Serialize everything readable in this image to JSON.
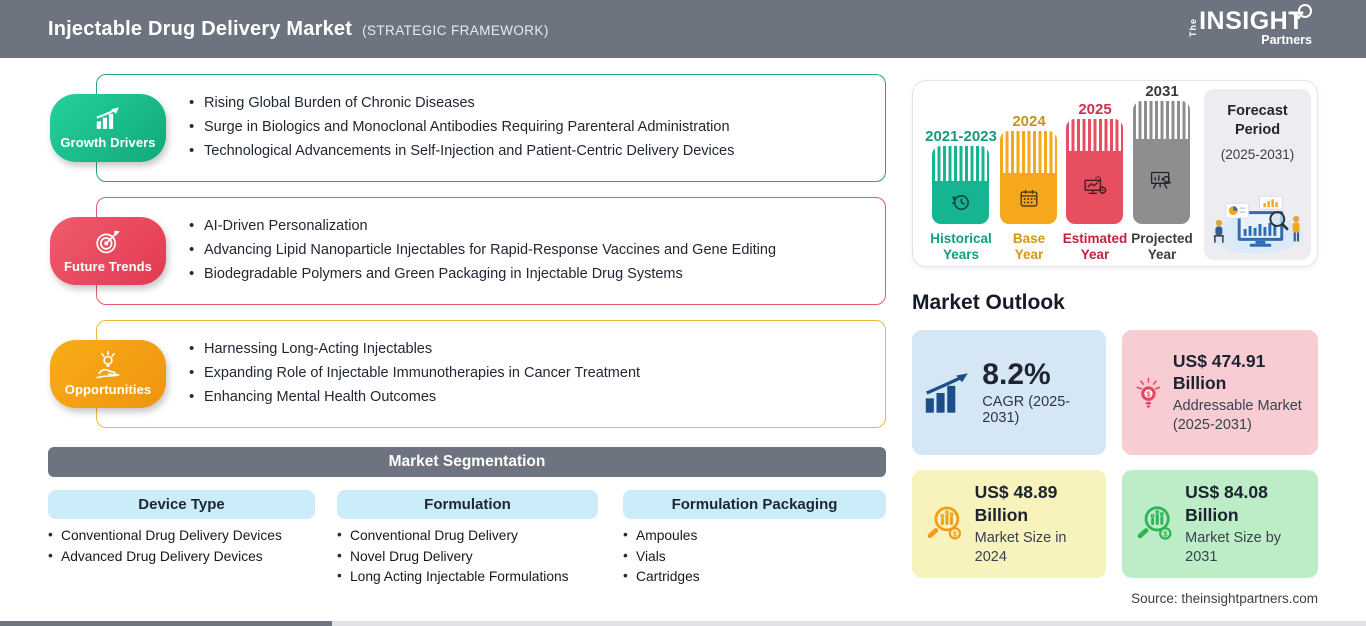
{
  "header": {
    "title": "Injectable Drug Delivery Market",
    "subtitle": "(STRATEGIC FRAMEWORK)",
    "logo": {
      "the": "The",
      "name": "INSIGHT",
      "partners": "Partners"
    }
  },
  "drivers": {
    "label": "Growth Drivers",
    "accent": "#18b98c",
    "items": [
      "Rising Global Burden of Chronic Diseases",
      "Surge in Biologics and Monoclonal Antibodies Requiring Parenteral Administration",
      "Technological Advancements in Self-Injection and Patient-Centric Delivery Devices"
    ]
  },
  "trends": {
    "label": "Future Trends",
    "accent": "#e8495f",
    "items": [
      "AI-Driven Personalization",
      "Advancing Lipid Nanoparticle Injectables for Rapid-Response Vaccines and Gene Editing",
      "Biodegradable Polymers and Green Packaging in Injectable Drug Systems"
    ]
  },
  "opportunities": {
    "label": "Opportunities",
    "accent": "#f4a114",
    "items": [
      "Harnessing Long-Acting Injectables",
      "Expanding Role of Injectable Immunotherapies in Cancer Treatment",
      "Enhancing Mental Health Outcomes"
    ]
  },
  "segmentation": {
    "title": "Market Segmentation",
    "columns": [
      {
        "header": "Device Type",
        "items": [
          "Conventional Drug Delivery Devices",
          "Advanced Drug Delivery Devices"
        ]
      },
      {
        "header": "Formulation",
        "items": [
          "Conventional Drug Delivery",
          "Novel Drug Delivery",
          "Long Acting Injectable Formulations"
        ]
      },
      {
        "header": "Formulation Packaging",
        "items": [
          "Ampoules",
          "Vials",
          "Cartridges"
        ]
      }
    ]
  },
  "timeline": {
    "bars": [
      {
        "year": "2021-2023",
        "label1": "Historical",
        "label2": "Years",
        "color": "#16b592"
      },
      {
        "year": "2024",
        "label1": "Base",
        "label2": "Year",
        "color": "#f6a71b"
      },
      {
        "year": "2025",
        "label1": "Estimated",
        "label2": "Year",
        "color": "#e74e60"
      },
      {
        "year": "2031",
        "label1": "Projected",
        "label2": "Year",
        "color": "#8e8e91"
      }
    ],
    "forecast_label": "Forecast Period",
    "forecast_range": "(2025-2031)"
  },
  "outlook": {
    "title": "Market Outlook",
    "cards": [
      {
        "value": "8.2%",
        "label": "CAGR (2025-2031)",
        "bg": "#d5e7f4",
        "icon": "growth-arrow-icon",
        "icon_color": "#1b4e86"
      },
      {
        "value": "US$ 474.91 Billion",
        "label": "Addressable Market (2025-2031)",
        "bg": "#f8ccd3",
        "icon": "bulb-dollar-icon",
        "icon_color": "#e8465c"
      },
      {
        "value": "US$ 48.89 Billion",
        "label": "Market Size in 2024",
        "bg": "#f8f2bd",
        "icon": "magnifier-bars-icon",
        "icon_color": "#f09c16"
      },
      {
        "value": "US$ 84.08 Billion",
        "label": "Market Size by 2031",
        "bg": "#bdedc6",
        "icon": "magnifier-bars-icon",
        "icon_color": "#2eb457"
      }
    ]
  },
  "source": "Source: theinsightpartners.com"
}
